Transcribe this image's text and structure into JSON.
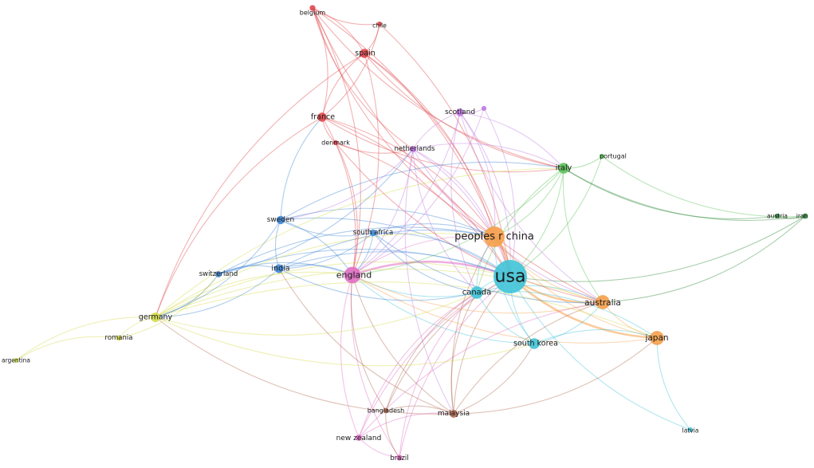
{
  "diagram": {
    "type": "co-authorship country network",
    "colors": {
      "red": "#e0474c",
      "cyan": "#40c4d8",
      "orange": "#f5a04a",
      "green": "#5cc258",
      "purple": "#c07be0",
      "blue": "#3f86d4",
      "yellow": "#d4dc4a",
      "pink": "#e06fc4",
      "brown": "#b06a50",
      "darkgreen": "#2f8a3a"
    },
    "nodes": [
      {
        "id": "usa",
        "label": "usa",
        "cluster": "cyan",
        "weight": 10
      },
      {
        "id": "china",
        "label": "peoples r china",
        "cluster": "orange",
        "weight": 6
      },
      {
        "id": "england",
        "label": "england",
        "cluster": "pink",
        "weight": 4
      },
      {
        "id": "australia",
        "label": "australia",
        "cluster": "orange",
        "weight": 3.4
      },
      {
        "id": "japan",
        "label": "japan",
        "cluster": "orange",
        "weight": 3.4
      },
      {
        "id": "canada",
        "label": "canada",
        "cluster": "cyan",
        "weight": 3
      },
      {
        "id": "southkorea",
        "label": "south korea",
        "cluster": "cyan",
        "weight": 2.6
      },
      {
        "id": "italy",
        "label": "italy",
        "cluster": "green",
        "weight": 2.6
      },
      {
        "id": "germany",
        "label": "germany",
        "cluster": "yellow",
        "weight": 2.3
      },
      {
        "id": "spain",
        "label": "spain",
        "cluster": "red",
        "weight": 2.2
      },
      {
        "id": "france",
        "label": "france",
        "cluster": "red",
        "weight": 2.2
      },
      {
        "id": "india",
        "label": "india",
        "cluster": "blue",
        "weight": 2.1
      },
      {
        "id": "sweden",
        "label": "sweden",
        "cluster": "blue",
        "weight": 2
      },
      {
        "id": "scotland",
        "label": "scotland",
        "cluster": "purple",
        "weight": 1.9
      },
      {
        "id": "malaysia",
        "label": "malaysia",
        "cluster": "brown",
        "weight": 1.9
      },
      {
        "id": "netherlands",
        "label": "netherlands",
        "cluster": "purple",
        "weight": 1.6
      },
      {
        "id": "southafrica",
        "label": "south africa",
        "cluster": "blue",
        "weight": 1.6
      },
      {
        "id": "switzerland",
        "label": "switzerland",
        "cluster": "blue",
        "weight": 1.5
      },
      {
        "id": "romania",
        "label": "romania",
        "cluster": "yellow",
        "weight": 1.3
      },
      {
        "id": "newzealand",
        "label": "new zealand",
        "cluster": "pink",
        "weight": 1.5
      },
      {
        "id": "brazil",
        "label": "brazil",
        "cluster": "pink",
        "weight": 1.4
      },
      {
        "id": "bangladesh",
        "label": "bangladesh",
        "cluster": "brown",
        "weight": 1.3
      },
      {
        "id": "denmark",
        "label": "denmark",
        "cluster": "red",
        "weight": 1.2
      },
      {
        "id": "belgium",
        "label": "belgium",
        "cluster": "red",
        "weight": 1.4
      },
      {
        "id": "chile",
        "label": "chile",
        "cluster": "red",
        "weight": 1.1
      },
      {
        "id": "portugal",
        "label": "portugal",
        "cluster": "green",
        "weight": 1.2
      },
      {
        "id": "austria",
        "label": "austria",
        "cluster": "darkgreen",
        "weight": 1.2
      },
      {
        "id": "iran",
        "label": "iran",
        "cluster": "darkgreen",
        "weight": 1.3
      },
      {
        "id": "argentina",
        "label": "argentina",
        "cluster": "yellow",
        "weight": 1.1
      },
      {
        "id": "latvia",
        "label": "latvia",
        "cluster": "cyan",
        "weight": 1.0
      },
      {
        "id": "unlabeled_purple",
        "label": "",
        "cluster": "purple",
        "weight": 1.2
      }
    ],
    "edges": [
      [
        "usa",
        "china"
      ],
      [
        "usa",
        "england"
      ],
      [
        "usa",
        "canada"
      ],
      [
        "usa",
        "australia"
      ],
      [
        "usa",
        "japan"
      ],
      [
        "usa",
        "southkorea"
      ],
      [
        "usa",
        "italy"
      ],
      [
        "usa",
        "germany"
      ],
      [
        "usa",
        "spain"
      ],
      [
        "usa",
        "france"
      ],
      [
        "usa",
        "india"
      ],
      [
        "usa",
        "sweden"
      ],
      [
        "usa",
        "scotland"
      ],
      [
        "usa",
        "malaysia"
      ],
      [
        "usa",
        "netherlands"
      ],
      [
        "usa",
        "southafrica"
      ],
      [
        "usa",
        "switzerland"
      ],
      [
        "usa",
        "newzealand"
      ],
      [
        "usa",
        "brazil"
      ],
      [
        "usa",
        "bangladesh"
      ],
      [
        "usa",
        "denmark"
      ],
      [
        "usa",
        "belgium"
      ],
      [
        "usa",
        "chile"
      ],
      [
        "usa",
        "latvia"
      ],
      [
        "usa",
        "iran"
      ],
      [
        "usa",
        "portugal"
      ],
      [
        "usa",
        "unlabeled_purple"
      ],
      [
        "china",
        "england"
      ],
      [
        "china",
        "australia"
      ],
      [
        "china",
        "japan"
      ],
      [
        "china",
        "canada"
      ],
      [
        "china",
        "germany"
      ],
      [
        "china",
        "italy"
      ],
      [
        "china",
        "spain"
      ],
      [
        "china",
        "france"
      ],
      [
        "china",
        "sweden"
      ],
      [
        "china",
        "malaysia"
      ],
      [
        "china",
        "southkorea"
      ],
      [
        "china",
        "scotland"
      ],
      [
        "china",
        "netherlands"
      ],
      [
        "china",
        "southafrica"
      ],
      [
        "china",
        "india"
      ],
      [
        "china",
        "switzerland"
      ],
      [
        "england",
        "canada"
      ],
      [
        "england",
        "australia"
      ],
      [
        "england",
        "germany"
      ],
      [
        "england",
        "spain"
      ],
      [
        "england",
        "france"
      ],
      [
        "england",
        "italy"
      ],
      [
        "england",
        "scotland"
      ],
      [
        "england",
        "netherlands"
      ],
      [
        "england",
        "southafrica"
      ],
      [
        "england",
        "india"
      ],
      [
        "england",
        "sweden"
      ],
      [
        "england",
        "newzealand"
      ],
      [
        "england",
        "brazil"
      ],
      [
        "england",
        "malaysia"
      ],
      [
        "england",
        "japan"
      ],
      [
        "england",
        "belgium"
      ],
      [
        "england",
        "switzerland"
      ],
      [
        "england",
        "denmark"
      ],
      [
        "england",
        "bangladesh"
      ],
      [
        "england",
        "southkorea"
      ],
      [
        "england",
        "unlabeled_purple"
      ],
      [
        "spain",
        "belgium"
      ],
      [
        "spain",
        "chile"
      ],
      [
        "spain",
        "france"
      ],
      [
        "spain",
        "italy"
      ],
      [
        "spain",
        "germany"
      ],
      [
        "france",
        "belgium"
      ],
      [
        "france",
        "chile"
      ],
      [
        "france",
        "italy"
      ],
      [
        "france",
        "germany"
      ],
      [
        "france",
        "denmark"
      ],
      [
        "france",
        "sweden"
      ],
      [
        "belgium",
        "chile"
      ],
      [
        "belgium",
        "italy"
      ],
      [
        "belgium",
        "netherlands"
      ],
      [
        "belgium",
        "australia"
      ],
      [
        "belgium",
        "china"
      ],
      [
        "italy",
        "portugal"
      ],
      [
        "italy",
        "austria"
      ],
      [
        "italy",
        "iran"
      ],
      [
        "italy",
        "germany"
      ],
      [
        "italy",
        "australia"
      ],
      [
        "italy",
        "canada"
      ],
      [
        "italy",
        "scotland"
      ],
      [
        "italy",
        "netherlands"
      ],
      [
        "italy",
        "sweden"
      ],
      [
        "portugal",
        "iran"
      ],
      [
        "austria",
        "iran"
      ],
      [
        "australia",
        "iran"
      ],
      [
        "australia",
        "japan"
      ],
      [
        "australia",
        "canada"
      ],
      [
        "australia",
        "malaysia"
      ],
      [
        "australia",
        "germany"
      ],
      [
        "australia",
        "newzealand"
      ],
      [
        "japan",
        "southkorea"
      ],
      [
        "japan",
        "canada"
      ],
      [
        "japan",
        "germany"
      ],
      [
        "japan",
        "latvia"
      ],
      [
        "germany",
        "romania"
      ],
      [
        "germany",
        "argentina"
      ],
      [
        "germany",
        "switzerland"
      ],
      [
        "germany",
        "sweden"
      ],
      [
        "germany",
        "india"
      ],
      [
        "germany",
        "canada"
      ],
      [
        "germany",
        "southkorea"
      ],
      [
        "germany",
        "malaysia"
      ],
      [
        "romania",
        "argentina"
      ],
      [
        "romania",
        "switzerland"
      ],
      [
        "sweden",
        "india"
      ],
      [
        "sweden",
        "southafrica"
      ],
      [
        "sweden",
        "netherlands"
      ],
      [
        "india",
        "switzerland"
      ],
      [
        "india",
        "southafrica"
      ],
      [
        "india",
        "canada"
      ],
      [
        "india",
        "malaysia"
      ],
      [
        "southafrica",
        "canada"
      ],
      [
        "southafrica",
        "australia"
      ],
      [
        "switzerland",
        "netherlands"
      ],
      [
        "scotland",
        "netherlands"
      ],
      [
        "scotland",
        "canada"
      ],
      [
        "scotland",
        "australia"
      ],
      [
        "scotland",
        "unlabeled_purple"
      ],
      [
        "netherlands",
        "canada"
      ],
      [
        "netherlands",
        "australia"
      ],
      [
        "netherlands",
        "malaysia"
      ],
      [
        "denmark",
        "netherlands"
      ],
      [
        "denmark",
        "australia"
      ],
      [
        "canada",
        "malaysia"
      ],
      [
        "canada",
        "newzealand"
      ],
      [
        "canada",
        "brazil"
      ],
      [
        "canada",
        "southkorea"
      ],
      [
        "canada",
        "bangladesh"
      ],
      [
        "malaysia",
        "bangladesh"
      ],
      [
        "malaysia",
        "newzealand"
      ],
      [
        "malaysia",
        "southkorea"
      ],
      [
        "malaysia",
        "japan"
      ],
      [
        "newzealand",
        "brazil"
      ],
      [
        "bangladesh",
        "brazil"
      ],
      [
        "southkorea",
        "australia"
      ]
    ]
  }
}
